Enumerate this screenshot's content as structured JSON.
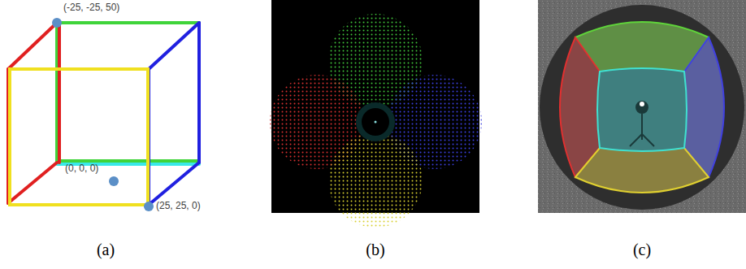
{
  "diagram": {
    "labels": [
      "(-25, -25, 50)",
      "(0, 0, 0)",
      "(25, 25, 0)",
      "(a)",
      "(b)",
      "(c)"
    ]
  }
}
